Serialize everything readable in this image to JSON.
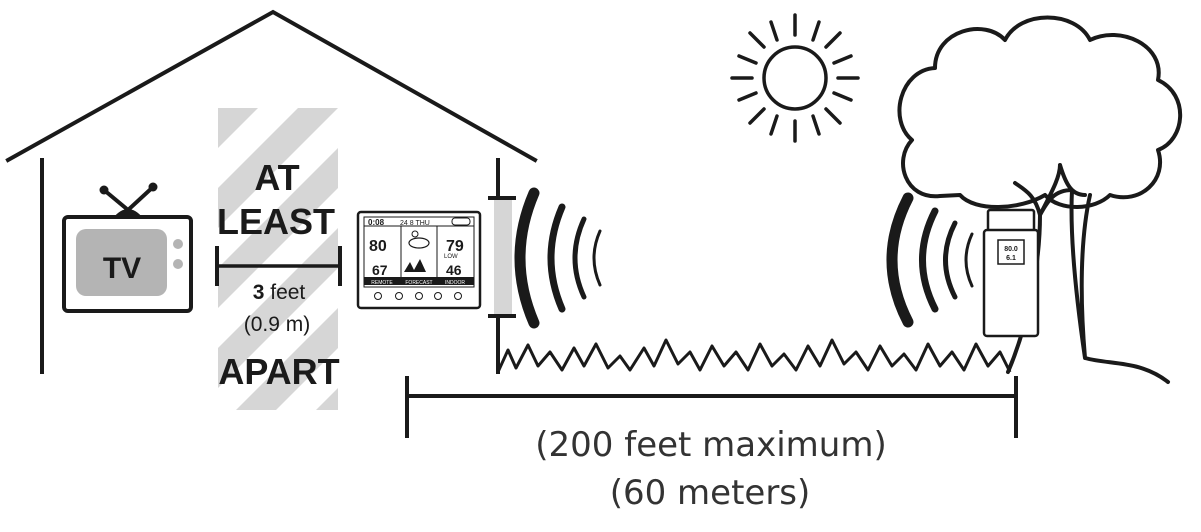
{
  "tv": {
    "label": "TV"
  },
  "separation": {
    "line1": "AT",
    "line2": "LEAST",
    "value": "3",
    "unit": " feet",
    "metric": "(0.9 m)",
    "line3": "APART"
  },
  "range": {
    "feet": "(200 feet maximum)",
    "meters": "(60 meters)"
  },
  "display": {
    "time": "0:08",
    "temp_in": "80",
    "temp_in_low": "67",
    "temp_out": "79",
    "temp_out_low": "46",
    "low_label": "LOW",
    "tab_left": "REMOTE",
    "tab_mid": "FORECAST",
    "tab_right": "INDOOR"
  },
  "sensor": {
    "line1": "80.0",
    "line2": "6.1"
  },
  "colors": {
    "stroke": "#1a1a1a",
    "hatch": "#d6d6d6",
    "tv_screen": "#b4b4b4",
    "text_gray": "#333333"
  }
}
